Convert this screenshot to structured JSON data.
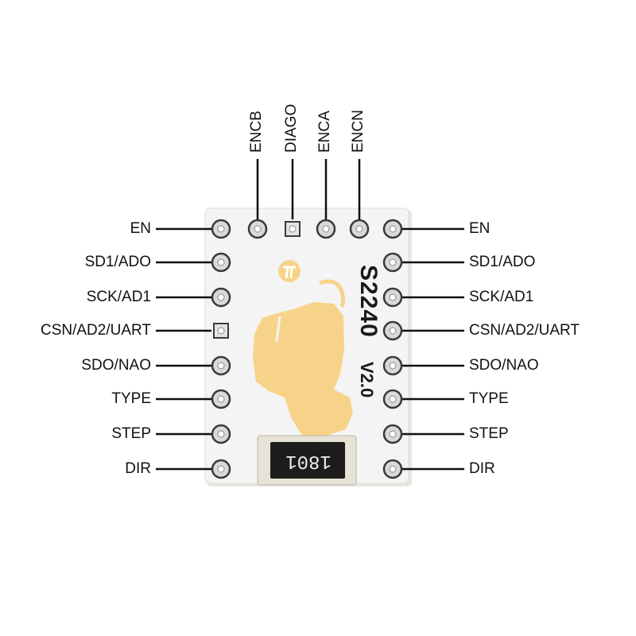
{
  "board": {
    "chip_name": "S2240",
    "version": "V2.0",
    "resistor_code": "1801",
    "colors": {
      "pcb": "#f4f4f4",
      "gold": "#f7d38a",
      "pin": "#3a3a3a",
      "resistor": "#1c1c1c",
      "line": "#111111"
    }
  },
  "top_pins": [
    "ENCB",
    "DIAGO",
    "ENCA",
    "ENCN"
  ],
  "left_pins": [
    "EN",
    "SD1/ADO",
    "SCK/AD1",
    "CSN/AD2/UART",
    "SDO/NAO",
    "TYPE",
    "STEP",
    "DIR"
  ],
  "right_pins": [
    "EN",
    "SD1/ADO",
    "SCK/AD1",
    "CSN/AD2/UART",
    "SDO/NAO",
    "TYPE",
    "STEP",
    "DIR"
  ]
}
